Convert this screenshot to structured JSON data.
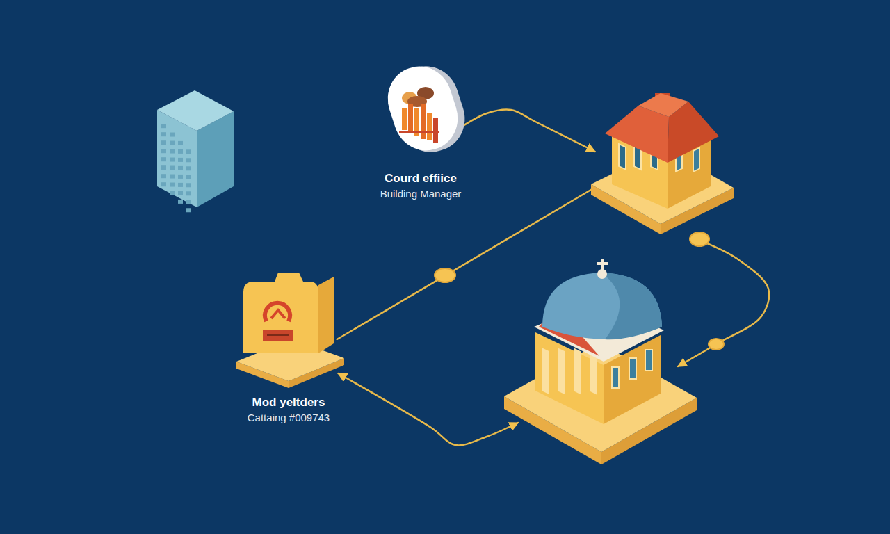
{
  "diagram": {
    "nodes": [
      {
        "text": [
          "Courd effiice",
          "Building Manager"
        ]
      },
      {
        "text": []
      },
      {
        "text": [
          "Mod yeltders",
          "Cattaing #009743"
        ]
      },
      {
        "text": []
      }
    ],
    "edges": [
      {
        "from": 0,
        "to": 1,
        "arrow": "to"
      },
      {
        "from": 2,
        "to": 1,
        "arrow": "none"
      },
      {
        "from": 1,
        "to": 3,
        "arrow": "to"
      },
      {
        "from": 3,
        "to": 2,
        "arrow": "both"
      }
    ]
  }
}
